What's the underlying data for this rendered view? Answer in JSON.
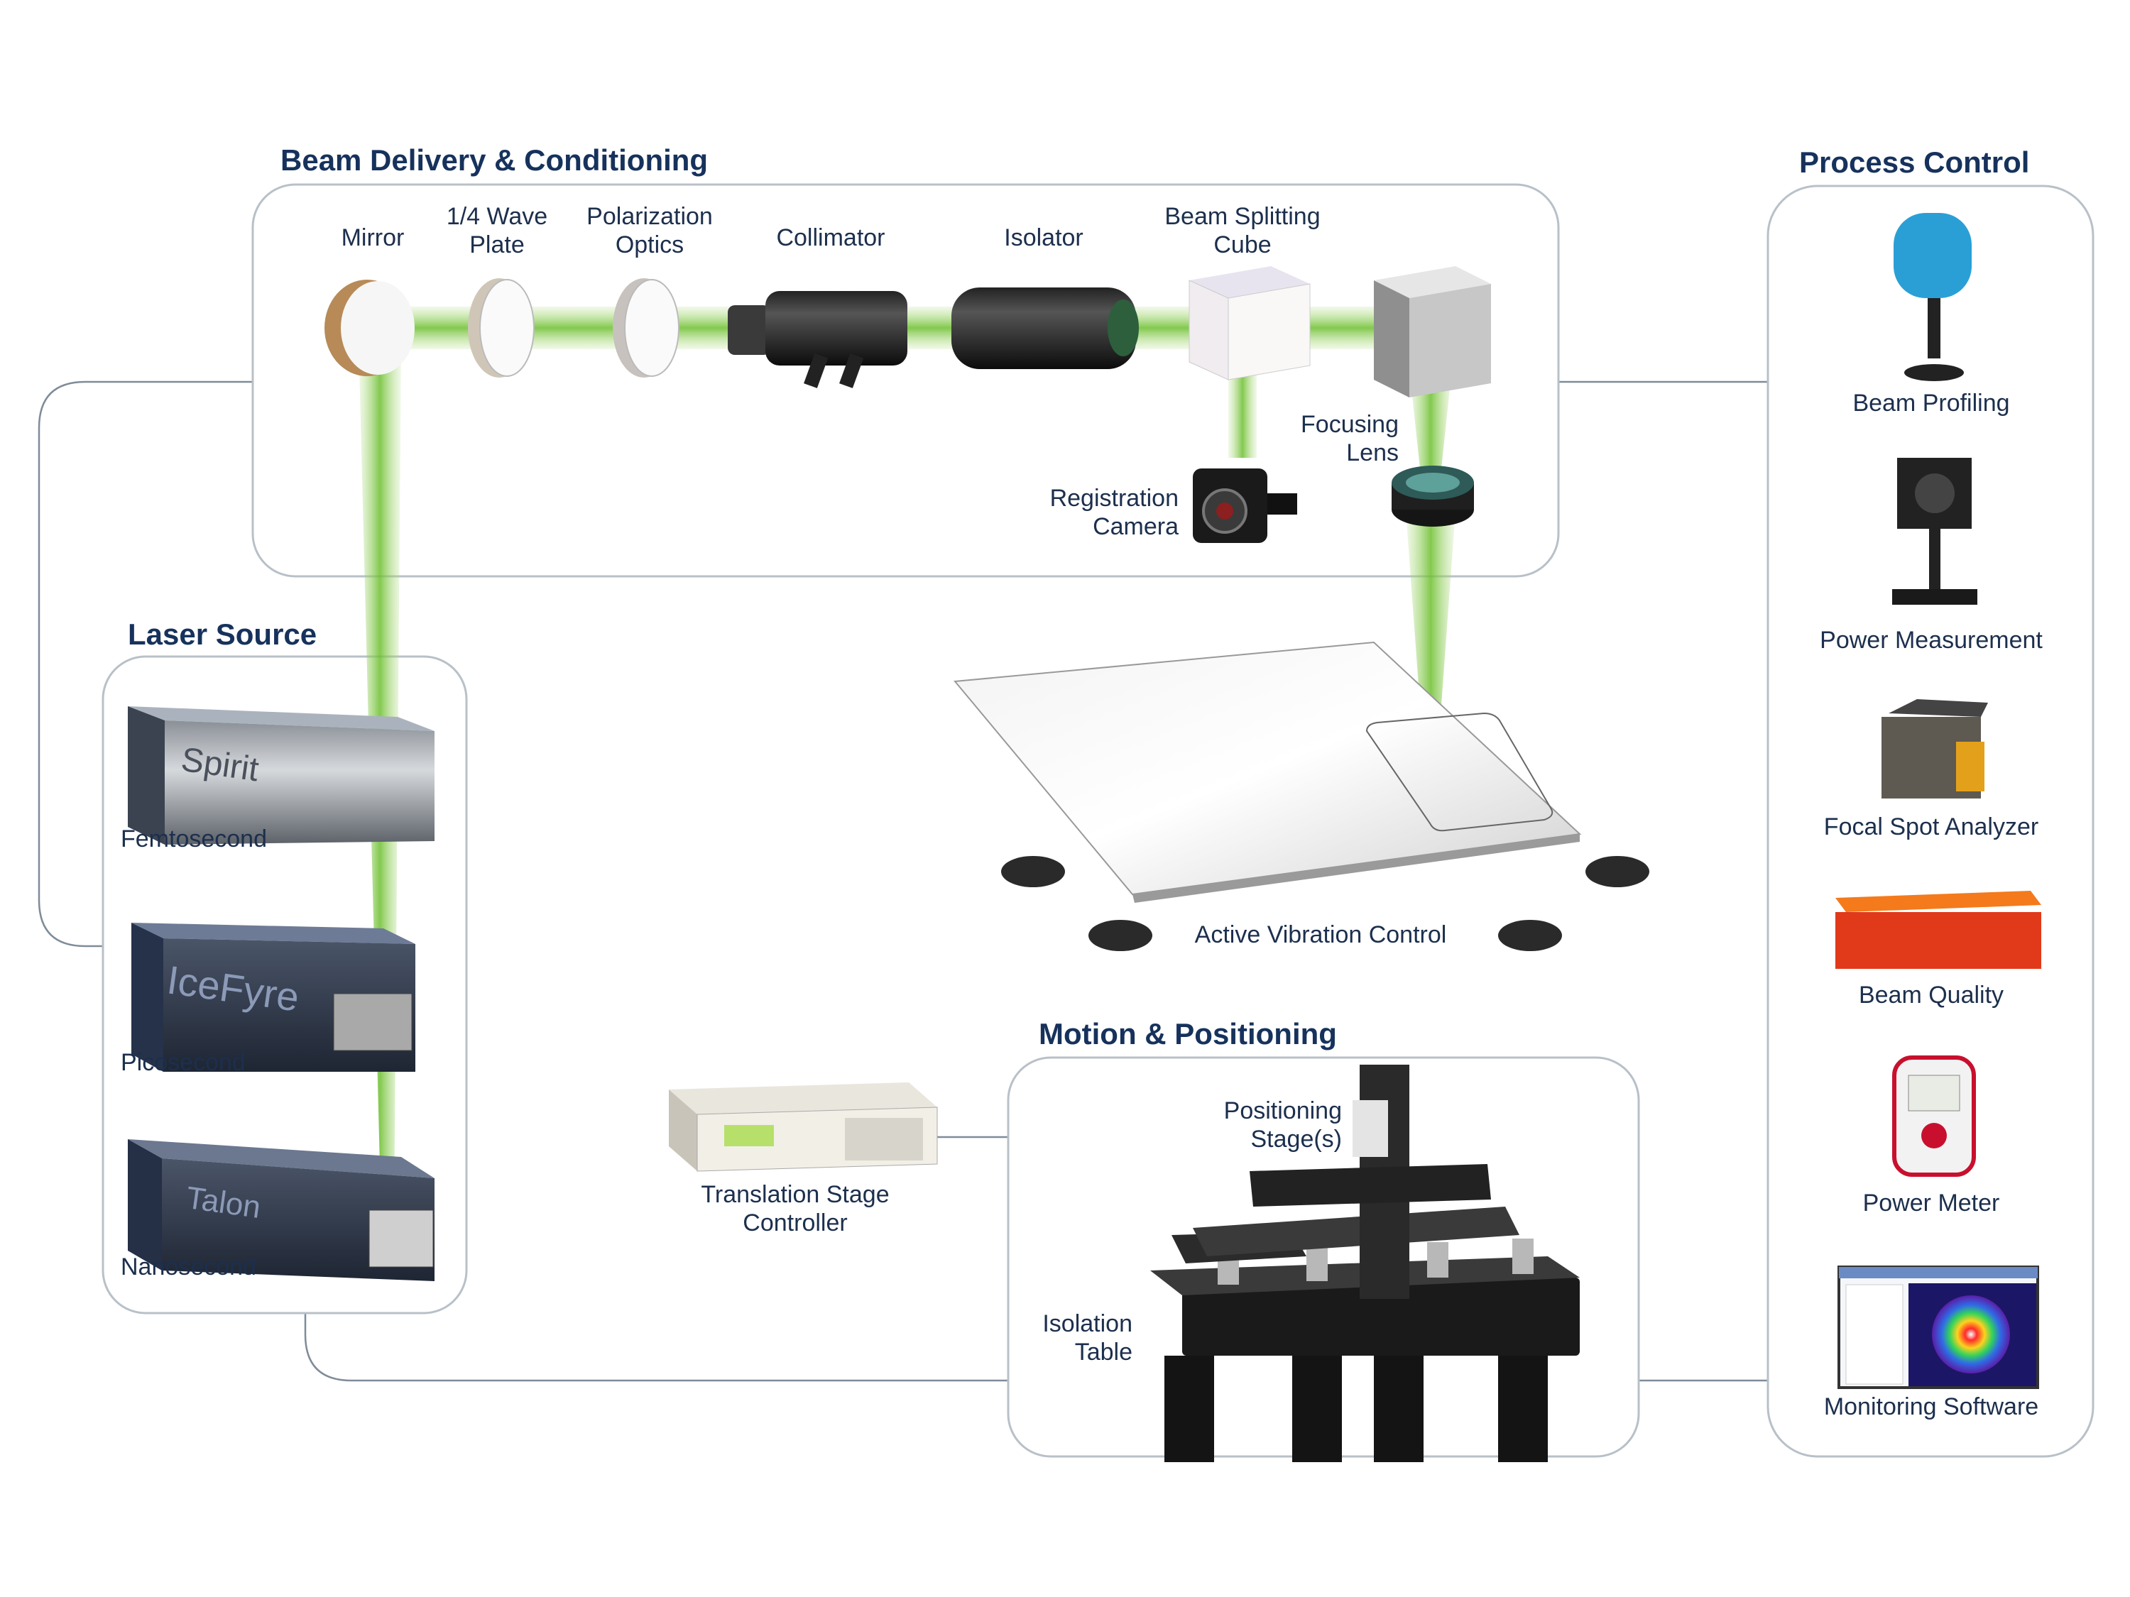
{
  "sections": {
    "beam_delivery": "Beam Delivery & Conditioning",
    "process_control": "Process Control",
    "laser_source": "Laser Source",
    "motion": "Motion & Positioning"
  },
  "beam_components": {
    "mirror": "Mirror",
    "wave_plate": "1/4 Wave\nPlate",
    "polarization": "Polarization\nOptics",
    "collimator": "Collimator",
    "isolator": "Isolator",
    "splitter": "Beam Splitting\nCube",
    "focusing": "Focusing\nLens",
    "camera": "Registration\nCamera"
  },
  "process_items": {
    "profiling": "Beam Profiling",
    "power": "Power Measurement",
    "focal": "Focal Spot Analyzer",
    "quality": "Beam Quality",
    "meter": "Power Meter",
    "software": "Monitoring Software"
  },
  "lasers": {
    "femto": "Femtosecond",
    "pico": "Picosecond",
    "nano": "Nanosecond",
    "spirit_brand": "Spirit",
    "icefyre_brand": "IceFyre",
    "talon_brand": "Talon"
  },
  "vibration": "Active Vibration Control",
  "motion_items": {
    "controller": "Translation Stage\nController",
    "stages": "Positioning\nStage(s)",
    "table": "Isolation\nTable"
  },
  "colors": {
    "title": "#16325c",
    "beam": "#7dc142",
    "frame": "#b8c0c8"
  }
}
